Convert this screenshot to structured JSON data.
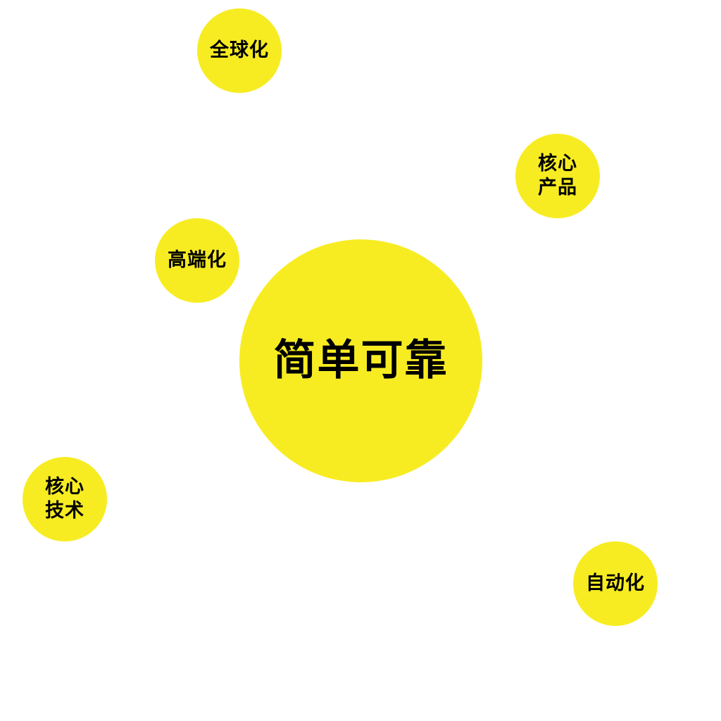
{
  "center": {
    "label": "简单可靠"
  },
  "nodes": {
    "global": {
      "label": "全球化"
    },
    "core_product": {
      "label": "核心\n产品"
    },
    "high_end": {
      "label": "高端化"
    },
    "core_tech": {
      "label": "核心\n技术"
    },
    "automation": {
      "label": "自动化"
    }
  },
  "colors": {
    "bubble": "#f7ec22",
    "text": "#000000",
    "background": "#ffffff"
  }
}
